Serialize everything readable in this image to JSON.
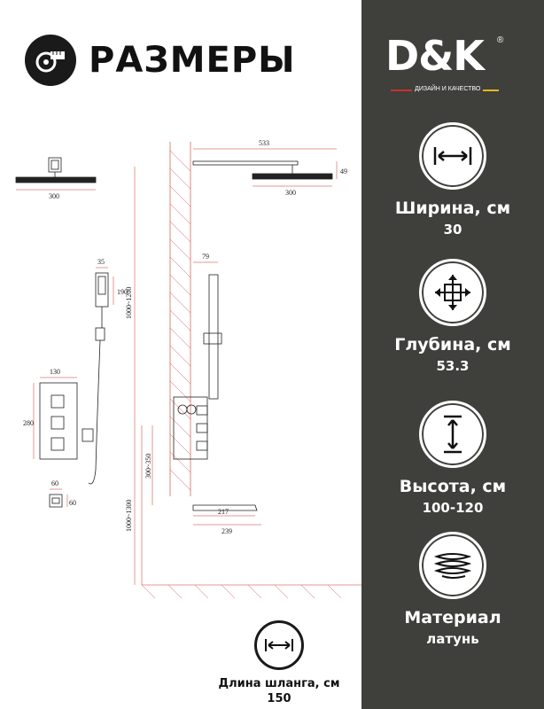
{
  "header": {
    "title": "РАЗМЕРЫ"
  },
  "brand": {
    "logo": "D&K",
    "registered": "®",
    "tagline": "ДИЗАЙН И КАЧЕСТВО",
    "accent_red": "#c9332b",
    "accent_yellow": "#e8b71e"
  },
  "panel_color": "#3f3f3c",
  "specs": [
    {
      "icon": "width-arrows-icon",
      "label": "Ширина, см",
      "value": "30"
    },
    {
      "icon": "depth-arrows-icon",
      "label": "Глубина, см",
      "value": "53.3"
    },
    {
      "icon": "height-arrows-icon",
      "label": "Высота, см",
      "value": "100-120"
    },
    {
      "icon": "material-layers-icon",
      "label": "Материал",
      "value": "латунь"
    }
  ],
  "hose": {
    "icon": "length-arrows-icon",
    "label": "Длина шланга, см",
    "value": "150"
  },
  "dimensions": {
    "head_width_left": "300",
    "arm_length": "533",
    "head_width_right": "300",
    "head_depth": "49",
    "hand_width": "35",
    "hand_length": "190",
    "slide_offset": "79",
    "panel_width": "130",
    "panel_height": "280",
    "outlet_width": "60",
    "outlet_depth": "60",
    "height_upper": "1000~1200",
    "height_lower": "1000~1300",
    "valve_height": "300~350",
    "spout_length": "217",
    "spout_total": "239"
  }
}
